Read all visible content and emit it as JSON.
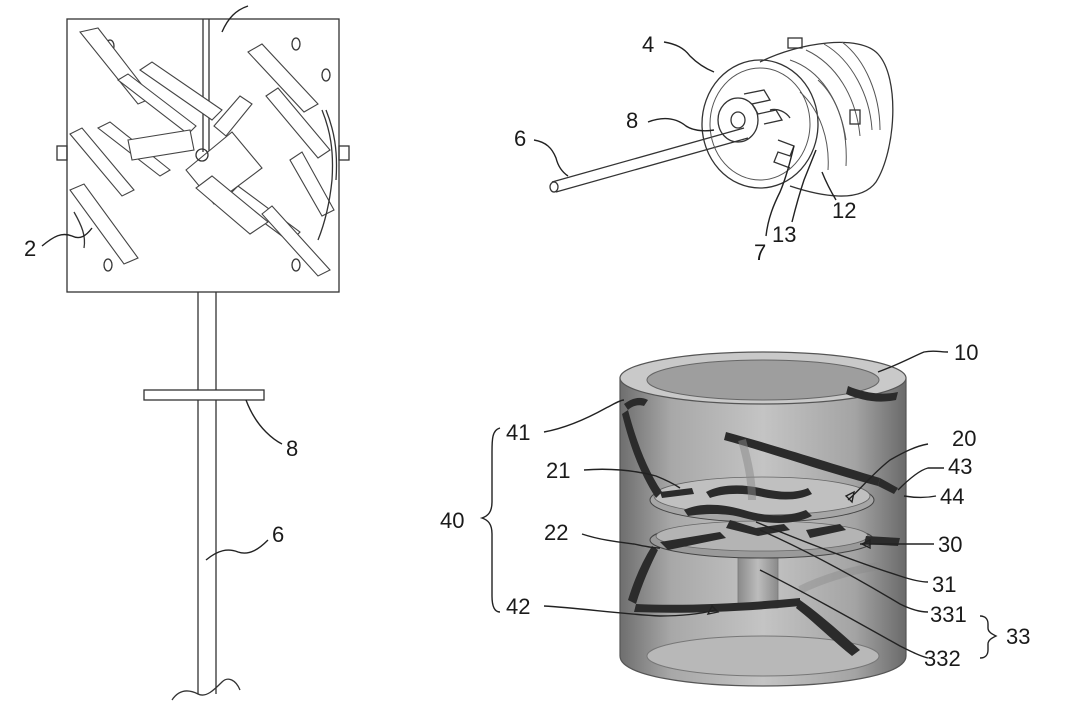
{
  "figure_a": {
    "labels": {
      "part_2": "2",
      "part_8": "8",
      "part_6": "6"
    }
  },
  "figure_b": {
    "labels": {
      "part_4": "4",
      "part_8": "8",
      "part_6": "6",
      "part_7": "7",
      "part_13": "13",
      "part_12": "12"
    }
  },
  "figure_c": {
    "labels": {
      "part_10": "10",
      "part_20": "20",
      "part_43": "43",
      "part_44": "44",
      "part_41": "41",
      "part_21": "21",
      "part_40": "40",
      "part_22": "22",
      "part_30": "30",
      "part_31": "31",
      "part_42": "42",
      "part_331": "331",
      "part_33": "33",
      "part_332": "332"
    }
  }
}
